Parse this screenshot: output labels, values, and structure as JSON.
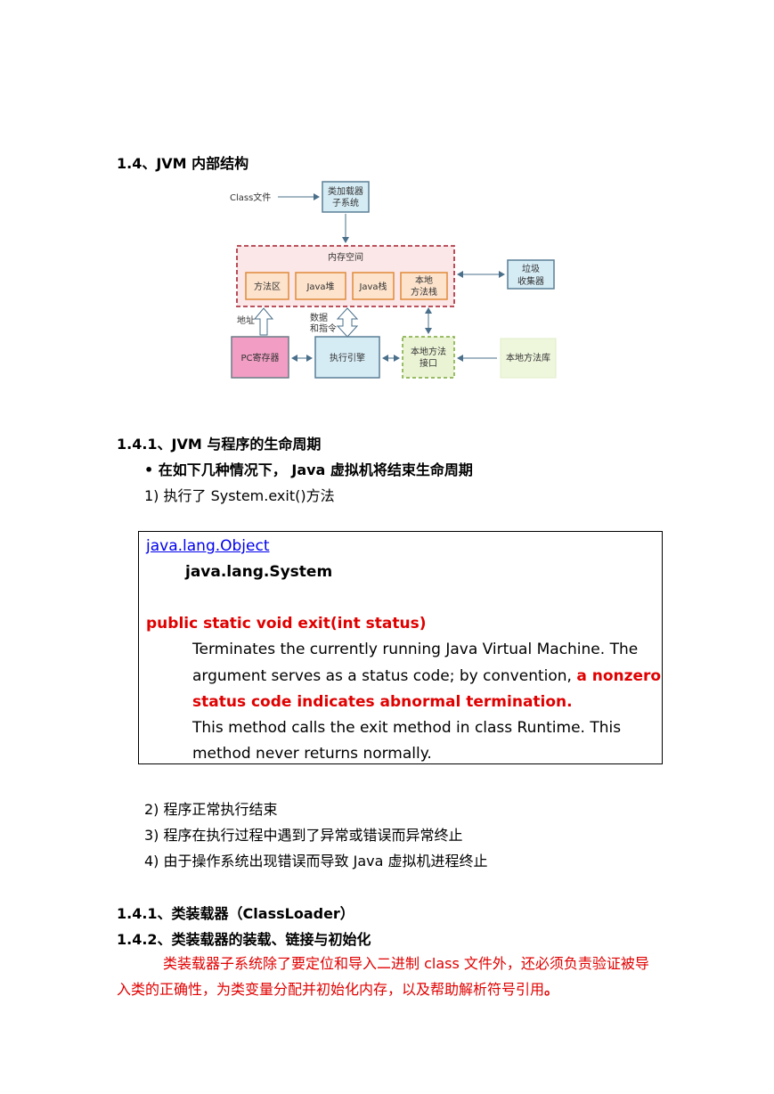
{
  "section_title": "1.4、JVM 内部结构",
  "diagram": {
    "class_file": "Class文件",
    "class_loader": [
      "类加载器",
      "子系统"
    ],
    "memory_space": "内存空间",
    "method_area": "方法区",
    "java_heap": "Java堆",
    "java_stack": "Java栈",
    "native_stack": [
      "本地",
      "方法栈"
    ],
    "gc": [
      "垃圾",
      "收集器"
    ],
    "address": "地址",
    "data_instr": [
      "数据",
      "和指令"
    ],
    "pc_register": "PC寄存器",
    "exec_engine": "执行引擎",
    "native_interface": [
      "本地方法",
      "接口"
    ],
    "native_library": "本地方法库"
  },
  "lifecycle": {
    "title": "1.4.1、JVM 与程序的生命周期",
    "bullet": "• 在如下几种情况下， Java 虚拟机将结束生命周期",
    "item1": "1)   执行了 System.exit()方法",
    "item2": "2)   程序正常执行结束",
    "item3": "3)   程序在执行过程中遇到了异常或错误而异常终止",
    "item4": "4)   由于操作系统出现错误而导致 Java 虚拟机进程终止"
  },
  "javadoc": {
    "link": "java.lang.Object",
    "class_name": "java.lang.System",
    "signature": "public static void exit(int status)",
    "desc1": "Terminates the currently running Java Virtual Machine. The",
    "desc2a": "argument serves as a status code; by convention, ",
    "desc2b": "a nonzero",
    "desc3": "status code indicates abnormal termination.",
    "desc4": "This method calls the exit method in class Runtime. This",
    "desc5": "method never returns normally."
  },
  "classloader": {
    "title1": "1.4.1、类装载器（ClassLoader）",
    "title2": "1.4.2、类装载器的装载、链接与初始化",
    "para_a": "类装载器子系统除了要定位和导入二进制 class 文件外，还必须负责验证被导入类的正确性，为类变量分配并初始化内存，以及帮助解析符号引用",
    "para_b": "。"
  }
}
